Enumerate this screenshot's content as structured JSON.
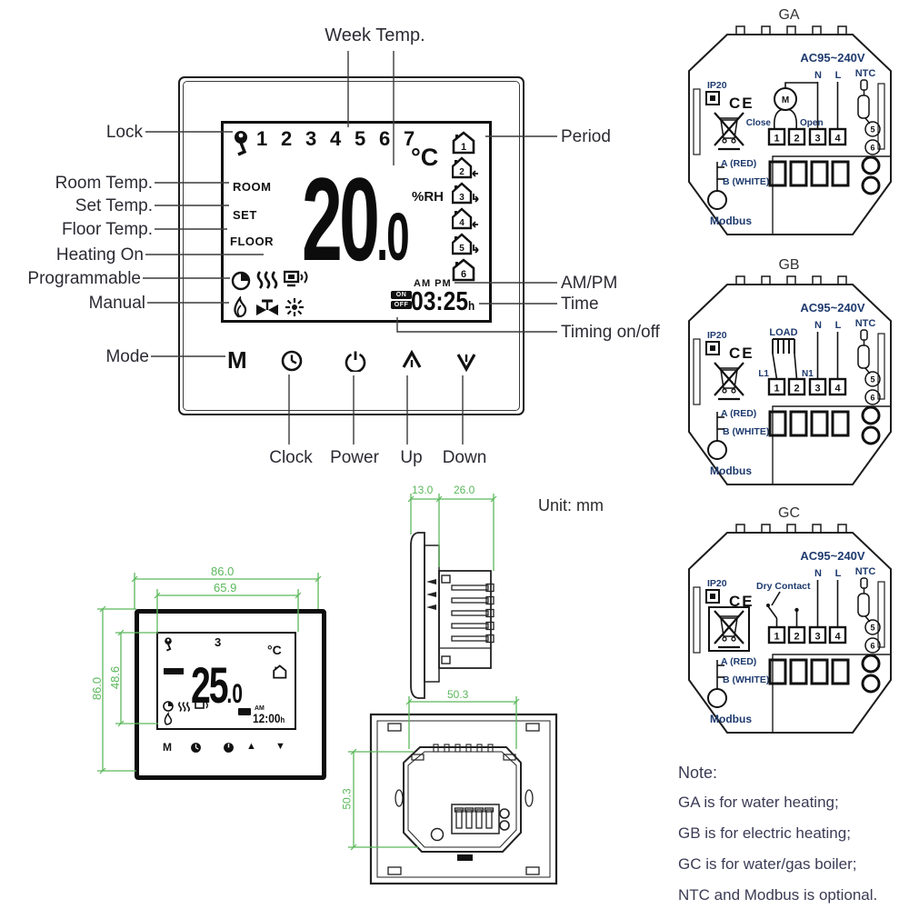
{
  "colors": {
    "dimension_green": "#5cb85c",
    "diagram_label_navy": "#1e3a6e",
    "ink": "#151515",
    "annotation_text": "#2b2b33",
    "note_text": "#3b3b55"
  },
  "annotations": {
    "top": "Week Temp.",
    "left": {
      "lock": "Lock",
      "room": "Room Temp.",
      "set": "Set Temp.",
      "floor": "Floor Temp.",
      "heating": "Heating On",
      "programmable": "Programmable",
      "manual": "Manual",
      "mode": "Mode"
    },
    "right": {
      "period": "Period",
      "ampm": "AM/PM",
      "time": "Time",
      "timing": "Timing on/off"
    },
    "bottom": {
      "clock": "Clock",
      "power": "Power",
      "up": "Up",
      "down": "Down"
    }
  },
  "thermostat": {
    "days": [
      "1",
      "2",
      "3",
      "4",
      "5",
      "6",
      "7"
    ],
    "labels": {
      "room": "ROOM",
      "set": "SET",
      "floor": "FLOOR"
    },
    "temp_int": "20",
    "temp_frac": ".0",
    "unit_c": "°C",
    "rh": "%RH",
    "am": "AM",
    "pm": "PM",
    "on": "ON",
    "off": "OFF",
    "time": "03:25",
    "time_h": "h",
    "periods": [
      "1",
      "2",
      "3",
      "4",
      "5",
      "6"
    ],
    "mode_key": "M"
  },
  "small_thermostat": {
    "day": "3",
    "temp_int": "25",
    "temp_frac": ".0",
    "unit_c": "°C",
    "am": "AM",
    "time": "12:00",
    "time_h": "h",
    "mode_key": "M",
    "up_arrow": "▲",
    "down_arrow": "▼"
  },
  "dimensions": {
    "unit_note": "Unit: mm",
    "front_width": "86.0",
    "front_screen_width": "65.9",
    "front_height": "86.0",
    "front_screen_height": "48.6",
    "side_front_depth": "13.0",
    "side_back_depth": "26.0",
    "back_width": "50.3",
    "back_height": "50.3"
  },
  "wiring": {
    "shared": {
      "voltage": "AC95~240V",
      "n": "N",
      "l": "L",
      "ntc": "NTC",
      "ip": "IP20",
      "ce": "CE",
      "a_red": "A (RED)",
      "b_white": "B (WHITE)",
      "modbus": "Modbus",
      "t1": "1",
      "t2": "2",
      "t3": "3",
      "t4": "4",
      "s5": "5",
      "s6": "6"
    },
    "ga": {
      "title": "GA",
      "motor": "M",
      "close": "Close",
      "open": "Open"
    },
    "gb": {
      "title": "GB",
      "load": "LOAD",
      "l1": "L1",
      "n1": "N1"
    },
    "gc": {
      "title": "GC",
      "dry_contact": "Dry Contact"
    }
  },
  "note": {
    "title": "Note:",
    "lines": [
      "GA is for water heating;",
      "GB is for electric heating;",
      "GC is for water/gas boiler;",
      "NTC and Modbus is optional."
    ]
  }
}
